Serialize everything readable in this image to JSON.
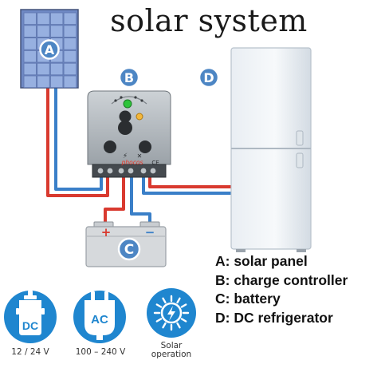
{
  "title": "solar system",
  "markers": {
    "a": "A",
    "b": "B",
    "c": "C",
    "d": "D"
  },
  "controller": {
    "brand": "phocos",
    "ce_mark": "CE"
  },
  "battery": {
    "plus": "+",
    "minus": "−"
  },
  "legend": [
    "A: solar panel",
    "B: charge controller",
    "C: battery",
    "D: DC refrigerator"
  ],
  "badges": {
    "dc_icon_text": "DC",
    "ac_icon_text": "AC",
    "dc_caption": "12 / 24 V",
    "ac_caption": "100 – 240 V",
    "solar_caption_line1": "Solar",
    "solar_caption_line2": "operation"
  },
  "colors": {
    "marker_blue": "#4d86c4",
    "badge_blue": "#1f86cf",
    "wire_red": "#d93a2f",
    "wire_blue": "#3a7fc8",
    "panel_cell": "#8fa9dc"
  }
}
